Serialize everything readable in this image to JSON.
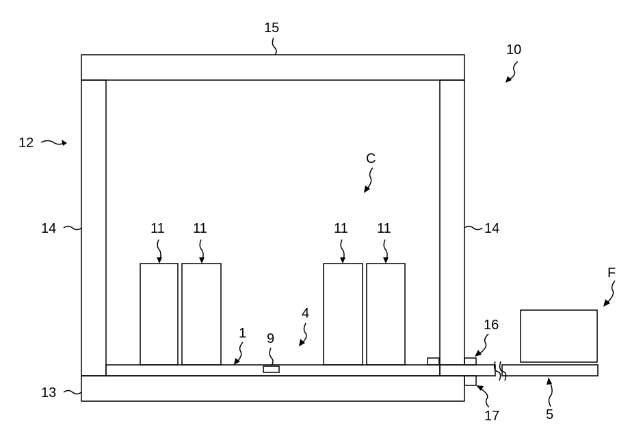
{
  "labels": {
    "ref_10": "10",
    "ref_12": "12",
    "ref_15": "15",
    "ref_14_left": "14",
    "ref_14_right": "14",
    "ref_13": "13",
    "ref_c": "C",
    "ref_11_a": "11",
    "ref_11_b": "11",
    "ref_11_c": "11",
    "ref_11_d": "11",
    "ref_4": "4",
    "ref_1": "1",
    "ref_9": "9",
    "ref_16": "16",
    "ref_17": "17",
    "ref_f": "F",
    "ref_5": "5"
  }
}
